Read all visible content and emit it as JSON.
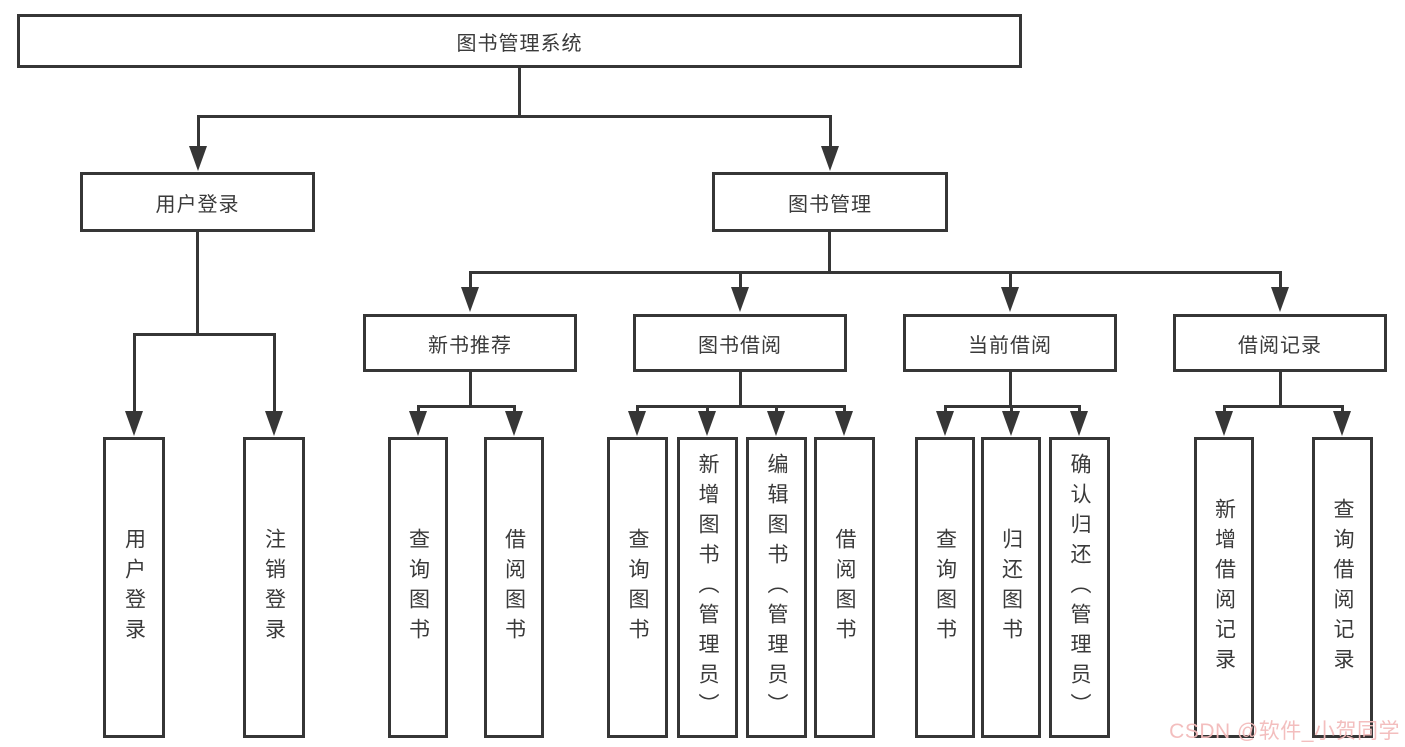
{
  "diagram_title": "图书管理系统",
  "tree": {
    "label": "图书管理系统",
    "children": [
      {
        "label": "用户登录",
        "children": [
          {
            "label": "用户登录"
          },
          {
            "label": "注销登录"
          }
        ]
      },
      {
        "label": "图书管理",
        "children": [
          {
            "label": "新书推荐",
            "children": [
              {
                "label": "查询图书"
              },
              {
                "label": "借阅图书"
              }
            ]
          },
          {
            "label": "图书借阅",
            "children": [
              {
                "label": "查询图书"
              },
              {
                "label": "新增图书（管理员）"
              },
              {
                "label": "编辑图书（管理员）"
              },
              {
                "label": "借阅图书"
              }
            ]
          },
          {
            "label": "当前借阅",
            "children": [
              {
                "label": "查询图书"
              },
              {
                "label": "归还图书"
              },
              {
                "label": "确认归还（管理员）"
              }
            ]
          },
          {
            "label": "借阅记录",
            "children": [
              {
                "label": "新增借阅记录"
              },
              {
                "label": "查询借阅记录"
              }
            ]
          }
        ]
      }
    ]
  },
  "watermark": {
    "text": "CSDN @软件_小贺同学"
  },
  "colors": {
    "line": "#363636",
    "box_border": "#363636",
    "text": "#3a3a3a",
    "background": "#ffffff",
    "watermark": "#f2baba"
  }
}
